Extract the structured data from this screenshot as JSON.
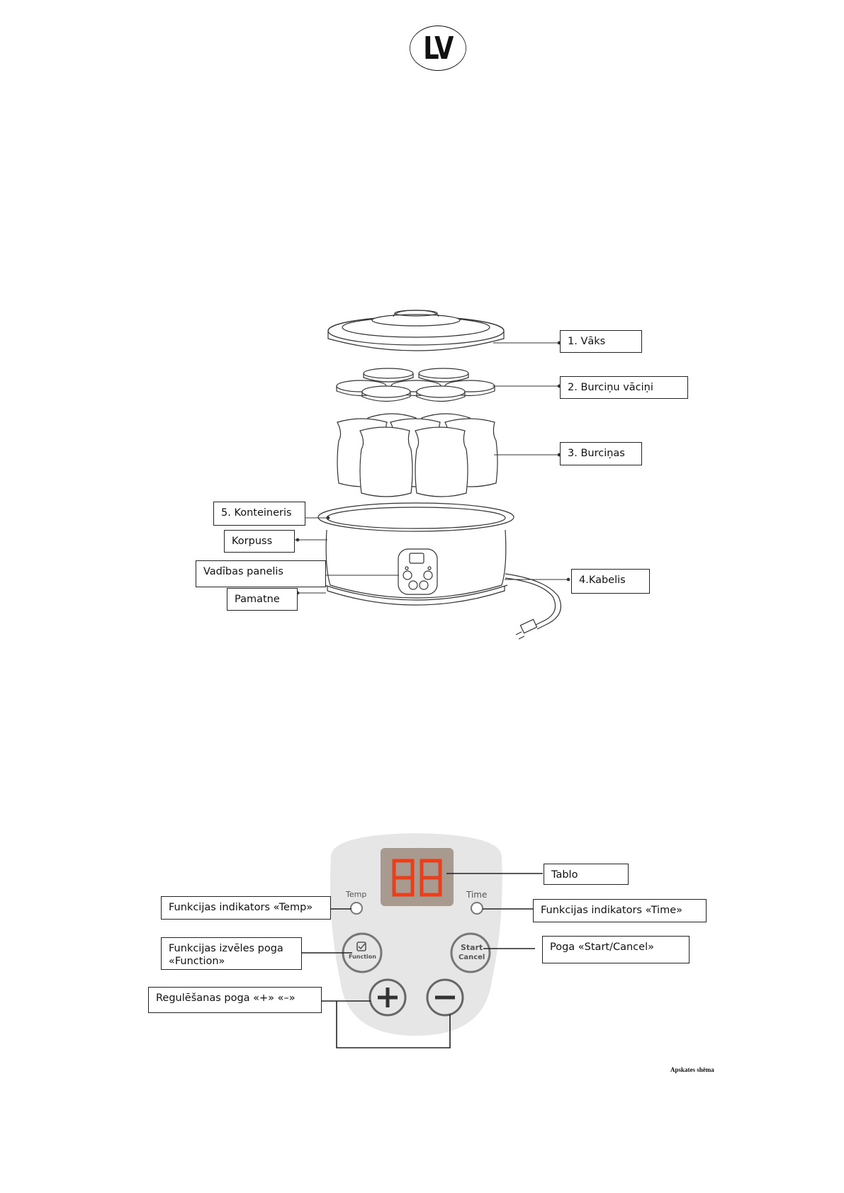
{
  "header": {
    "language_code": "LV"
  },
  "device_diagram": {
    "labels": {
      "lid": "1. Vāks",
      "jar_lids": "2. Burciņu vāciņi",
      "jars": "3. Burciņas",
      "cable": "4.Kabelis",
      "container": "5. Konteineris",
      "body": "Korpuss",
      "control_panel": "Vadības panelis",
      "base": "Pamatne"
    }
  },
  "panel_diagram": {
    "labels": {
      "display": "Tablo",
      "temp_indicator": "Funkcijas indikators «Temp»",
      "time_indicator": "Funkcijas indikators «Time»",
      "function_button": "Funkcijas izvēles poga «Function»",
      "start_cancel_button": "Poga «Start/Cancel»",
      "adjust_buttons": "Regulēšanas poga «+» «–»"
    },
    "panel_text": {
      "temp": "Temp",
      "time": "Time",
      "function": "Function",
      "start": "Start",
      "cancel": "Cancel"
    }
  },
  "caption": "Apskates shēma",
  "colors": {
    "display_digits": "#e8401c",
    "display_bg": "#a89a8e",
    "panel_bg": "#e6e6e6"
  }
}
